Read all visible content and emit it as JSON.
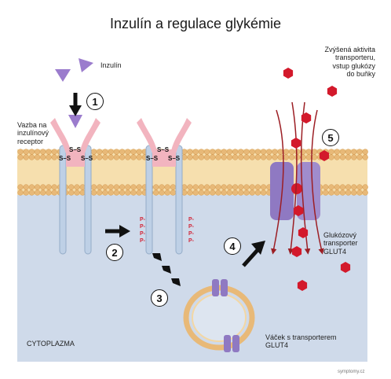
{
  "title": "Inzulín a regulace glykémie",
  "labels": {
    "insulin": "Inzulín",
    "binding": [
      "Vazba na",
      "inzulínový",
      "receptor"
    ],
    "transport_activity": [
      "Zvýšená aktivita",
      "transporteru,",
      "vstup glukózy",
      "do buňky"
    ],
    "glut4": [
      "Glukózový",
      "transporter",
      "GLUT4"
    ],
    "vesicle": [
      "Váček s transporterem",
      "GLUT4"
    ],
    "cytoplasm": "CYTOPLAZMA",
    "watermark": "symptomy.cz"
  },
  "bond_label": "S–S",
  "phospho_label": "P",
  "steps": [
    "1",
    "2",
    "3",
    "4",
    "5"
  ],
  "colors": {
    "cytoplasm": "#cfdaea",
    "membrane": "#e8b978",
    "receptor": "#f2b4bf",
    "insulin": "#9b7ccd",
    "transporter": "#8f79c2",
    "glucose": "#d3192b",
    "arrow": "#111111",
    "field_line": "#9c1e24"
  }
}
